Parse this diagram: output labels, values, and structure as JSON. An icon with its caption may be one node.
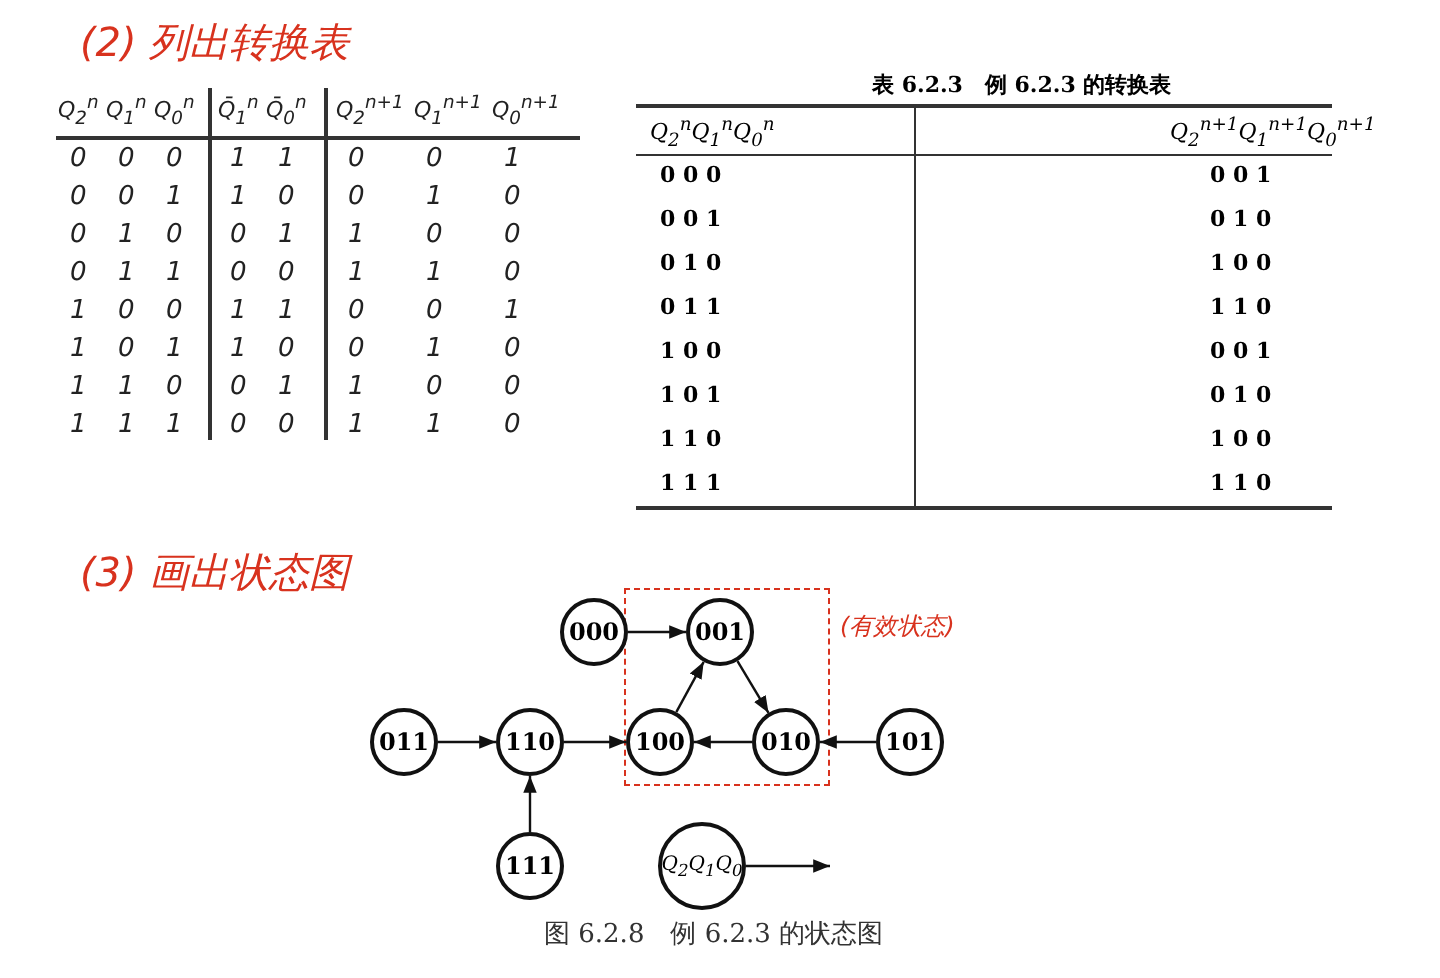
{
  "diagram": {
    "caption": "图 6.2.8　例 6.2.3 的状态图",
    "nodes": [
      {
        "text": [],
        "shape": "box",
        "beside": [
          "(有效状态)"
        ]
      },
      {
        "text": [
          "000"
        ]
      },
      {
        "text": [
          "001"
        ],
        "in": 0
      },
      {
        "text": [
          "011"
        ]
      },
      {
        "text": [
          "110"
        ]
      },
      {
        "text": [
          "100"
        ],
        "in": 0
      },
      {
        "text": [
          "010"
        ],
        "in": 0
      },
      {
        "text": [
          "101"
        ]
      },
      {
        "text": [
          "111"
        ]
      },
      {
        "text": [
          "Q$_{2}$Q$_{1}$Q$_{0}$"
        ]
      }
    ],
    "edges": [
      {
        "from": 1,
        "to": 2,
        "arrow": "to"
      },
      {
        "from": 2,
        "to": 6,
        "arrow": "to"
      },
      {
        "from": 6,
        "to": 5,
        "arrow": "to"
      },
      {
        "from": 5,
        "to": 2,
        "arrow": "to"
      },
      {
        "from": 3,
        "to": 4,
        "arrow": "to"
      },
      {
        "from": 4,
        "to": 5,
        "arrow": "to"
      },
      {
        "from": 7,
        "to": 6,
        "arrow": "to"
      },
      {
        "from": 8,
        "to": 4,
        "arrow": "to"
      },
      {
        "from": 9,
        "to": null,
        "arrow": "to"
      }
    ],
    "labels": [
      "(2) 列出转换表",
      "Q$_{2}$$^{n}$",
      "Q$_{1}$$^{n}$",
      "Q$_{0}$$^{n}$",
      "Q̄$_{1}$$^{n}$",
      "Q̄$_{0}$$^{n}$",
      "Q$_{2}$$^{n+1}$",
      "Q$_{1}$$^{n+1}$",
      "Q$_{0}$$^{n+1}$",
      "0",
      "0",
      "0",
      "1",
      "1",
      "0",
      "0",
      "1",
      "0",
      "0",
      "1",
      "1",
      "0",
      "0",
      "1",
      "0",
      "0",
      "1",
      "0",
      "0",
      "1",
      "1",
      "0",
      "0",
      "0",
      "1",
      "1",
      "0",
      "0",
      "1",
      "1",
      "0",
      "1",
      "0",
      "0",
      "1",
      "1",
      "0",
      "0",
      "1",
      "1",
      "0",
      "1",
      "1",
      "0",
      "0",
      "1",
      "0",
      "1",
      "1",
      "0",
      "0",
      "1",
      "1",
      "0",
      "0",
      "1",
      "1",
      "1",
      "0",
      "0",
      "1",
      "1",
      "0",
      "表 6.2.3　例 6.2.3 的转换表",
      "Q$_{2}$$^{n}$Q$_{1}$$^{n}$Q$_{0}$$^{n}$",
      "Q$_{2}$$^{n+1}$Q$_{1}$$^{n+1}$Q$_{0}$$^{n+1}$",
      "0 0 0",
      "0 0 1",
      "0 0 1",
      "0 1 0",
      "0 1 0",
      "1 0 0",
      "0 1 1",
      "1 1 0",
      "1 0 0",
      "0 0 1",
      "1 0 1",
      "0 1 0",
      "1 1 0",
      "1 0 0",
      "1 1 1",
      "1 1 0",
      "(3) 画出状态图"
    ]
  }
}
